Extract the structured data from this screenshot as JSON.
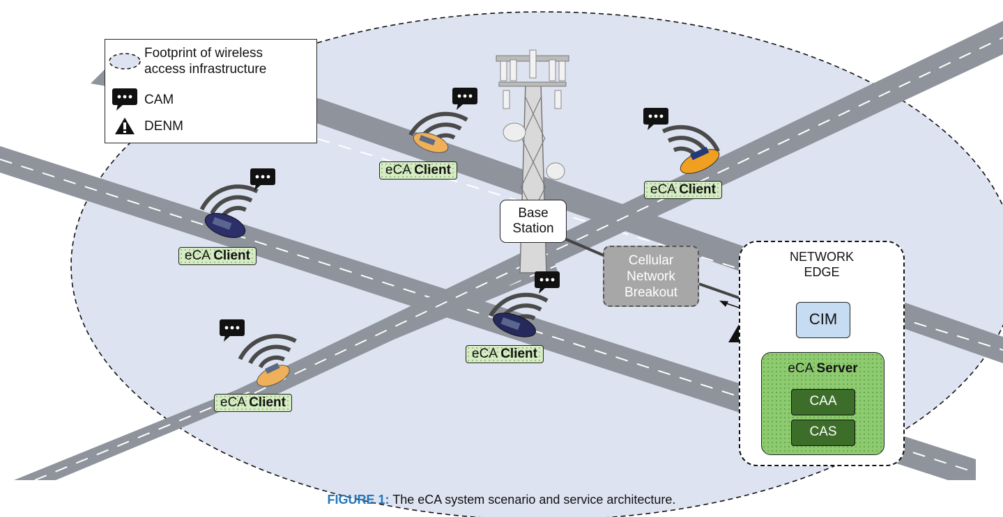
{
  "legend": {
    "footprint_label_line1": "Footprint of wireless",
    "footprint_label_line2": "access infrastructure",
    "cam_label": "CAM",
    "denm_label": "DENM"
  },
  "clients": [
    {
      "prefix": "eCA",
      "bold": "Client"
    },
    {
      "prefix": "eCA",
      "bold": "Client"
    },
    {
      "prefix": "eCA",
      "bold": "Client"
    },
    {
      "prefix": "eCA",
      "bold": "Client"
    },
    {
      "prefix": "eCA",
      "bold": "Client"
    }
  ],
  "base_station": {
    "line1": "Base",
    "line2": "Station"
  },
  "breakout": {
    "line1": "Cellular",
    "line2": "Network",
    "line3": "Breakout"
  },
  "edge": {
    "title_line1": "NETWORK",
    "title_line2": "EDGE",
    "cim": "CIM",
    "server_prefix": "eCA",
    "server_bold": "Server",
    "caa": "CAA",
    "cas": "CAS"
  },
  "caption": {
    "figure_label": "FIGURE 1:",
    "text": "The eCA system scenario and service architecture."
  },
  "colors": {
    "footprint_fill": "#dde3f0",
    "road": "#8e939c",
    "client_fill": "#d6ecc4",
    "cim_fill": "#c6dcf2",
    "server_fill": "#8ecb70",
    "sub_fill": "#3c6e2a",
    "breakout_fill": "#a7a7a7",
    "figure_label": "#2277bb"
  }
}
